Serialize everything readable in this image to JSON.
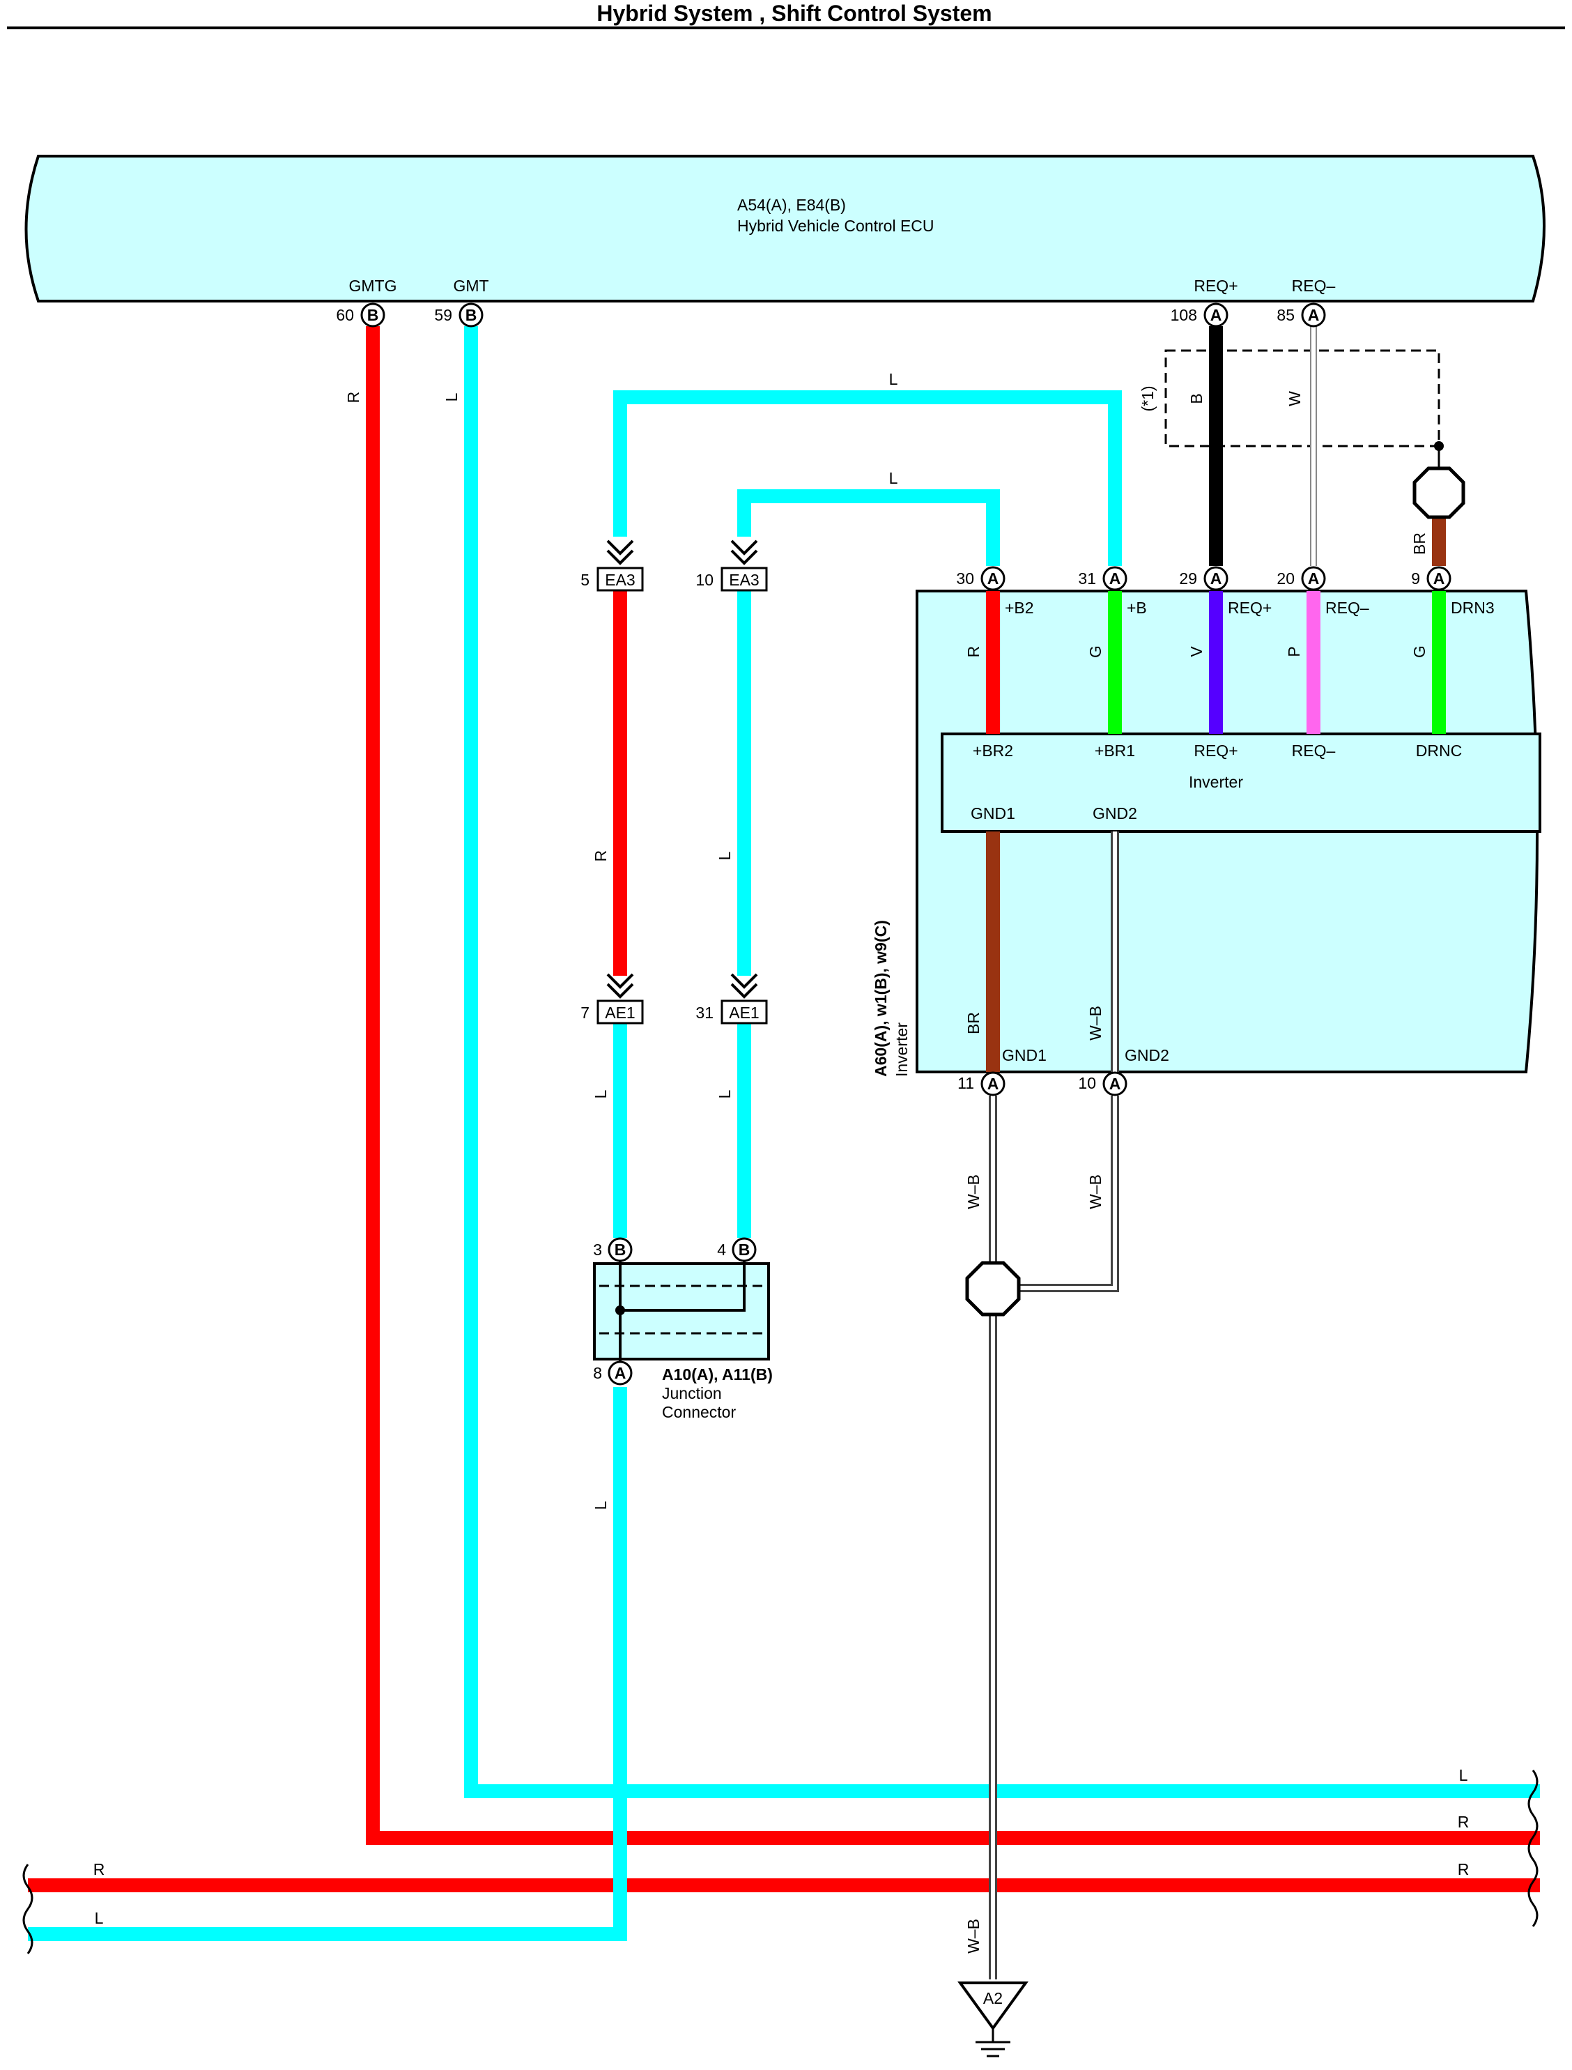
{
  "header": {
    "title": "Hybrid System , Shift Control System"
  },
  "colors": {
    "R": "#ff0000",
    "L": "#00ffff",
    "G": "#00ff00",
    "V": "#5500ff",
    "P": "#ff66ee",
    "BR": "#993311",
    "B": "#000000",
    "W": "#ffffff",
    "ecu_fill": "#ccffff"
  },
  "ecu": {
    "code": "A54(A), E84(B)",
    "name": "Hybrid Vehicle Control ECU"
  },
  "ecu_pins": {
    "gmtg": {
      "name": "GMTG",
      "num": "60",
      "conn": "B"
    },
    "gmt": {
      "name": "GMT",
      "num": "59",
      "conn": "B"
    },
    "reqp": {
      "name": "REQ+",
      "num": "108",
      "conn": "A"
    },
    "reqm": {
      "name": "REQ–",
      "num": "85",
      "conn": "A"
    }
  },
  "shield_note": "(*1)",
  "inverter": {
    "code": "A60(A), w1(B), w9(C)",
    "name": "Inverter",
    "inner_name": "Inverter",
    "top_pins": [
      {
        "num": "30",
        "conn": "A",
        "name": "+B2"
      },
      {
        "num": "31",
        "conn": "A",
        "name": "+B"
      },
      {
        "num": "29",
        "conn": "A",
        "name": "REQ+"
      },
      {
        "num": "20",
        "conn": "A",
        "name": "REQ–"
      },
      {
        "num": "9",
        "conn": "A",
        "name": "DRN3"
      }
    ],
    "inner_pins": [
      "+BR2",
      "+BR1",
      "REQ+",
      "REQ–",
      "DRNC",
      "GND1",
      "GND2"
    ],
    "bottom_pins": [
      {
        "num": "11",
        "conn": "A",
        "name": "GND1"
      },
      {
        "num": "10",
        "conn": "A",
        "name": "GND2"
      }
    ]
  },
  "connectors": {
    "ea3_a": {
      "num": "5",
      "code": "EA3"
    },
    "ea3_b": {
      "num": "10",
      "code": "EA3"
    },
    "ae1_a": {
      "num": "7",
      "code": "AE1"
    },
    "ae1_b": {
      "num": "31",
      "code": "AE1"
    }
  },
  "junction": {
    "code": "A10(A), A11(B)",
    "name_line1": "Junction",
    "name_line2": "Connector",
    "pins": [
      {
        "num": "3",
        "conn": "B"
      },
      {
        "num": "4",
        "conn": "B"
      },
      {
        "num": "8",
        "conn": "A"
      }
    ]
  },
  "ground": {
    "code": "A2"
  },
  "wire_labels": {
    "gmtg": "R",
    "gmt": "L",
    "top_l1": "L",
    "top_l2": "L",
    "reqp": "B",
    "reqm": "W",
    "shield": "BR",
    "inv_b2": "R",
    "inv_b": "G",
    "inv_reqp": "V",
    "inv_reqm": "P",
    "inv_drn": "G",
    "left_mid_r": "R",
    "left_mid_l": "L",
    "left_low_l1": "L",
    "left_low_l2": "L",
    "left_bottom_l": "L",
    "inv_gnd1": "BR",
    "inv_gnd2": "W–B",
    "gnd1_out": "W–B",
    "gnd2_out": "W–B",
    "gnd_down": "W–B",
    "bus_l": "L",
    "bus_r1": "R",
    "bus_r2": "R",
    "bus_left_r": "R",
    "bus_left_l": "L"
  }
}
